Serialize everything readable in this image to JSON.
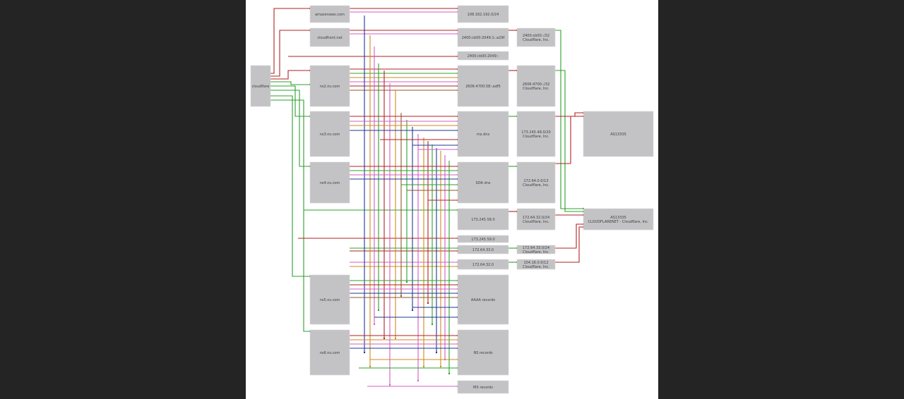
{
  "diagram": {
    "colors": {
      "red": "#b22222",
      "green": "#2ca02c",
      "blue": "#1f3a93",
      "magenta": "#d45ec2",
      "orange": "#cf8a1f",
      "brown": "#8b5a2b",
      "box": "#c3c2c4"
    },
    "nodes": [
      {
        "id": "root",
        "lines": [
          "cloudflare"
        ]
      },
      {
        "id": "h1",
        "lines": [
          "amazonaws.com"
        ]
      },
      {
        "id": "h2",
        "lines": [
          "cloudfront.net"
        ]
      },
      {
        "id": "h3",
        "lines": [
          "ns2.ns.com"
        ]
      },
      {
        "id": "h4",
        "lines": [
          "ns3.ns.com"
        ]
      },
      {
        "id": "h5",
        "lines": [
          "ns4.ns.com"
        ]
      },
      {
        "id": "h6",
        "lines": [
          "ns5.ns.com"
        ]
      },
      {
        "id": "h7",
        "lines": [
          "ns6.ns.com"
        ]
      },
      {
        "id": "ip1",
        "lines": [
          "108.162.192.0/24"
        ]
      },
      {
        "id": "ip2",
        "lines": [
          "2400:cb00:2049:1::a29f"
        ]
      },
      {
        "id": "ip3",
        "lines": [
          "2400:cb00:2049::"
        ]
      },
      {
        "id": "ip4",
        "lines": [
          "2606:4700:58::adf5"
        ]
      },
      {
        "id": "ip5",
        "lines": [
          "mx.dns"
        ]
      },
      {
        "id": "ip6",
        "lines": [
          "SOA dns"
        ]
      },
      {
        "id": "ip7",
        "lines": [
          "173.245.58.0"
        ]
      },
      {
        "id": "ip8",
        "lines": [
          "173.245.59.0"
        ]
      },
      {
        "id": "ip9",
        "lines": [
          "172.64.33.0"
        ]
      },
      {
        "id": "ip10",
        "lines": [
          "172.64.32.0"
        ]
      },
      {
        "id": "ip11",
        "lines": [
          "AAAA records"
        ]
      },
      {
        "id": "ip12",
        "lines": [
          "NS records"
        ]
      },
      {
        "id": "ip13",
        "lines": [
          "MX records"
        ]
      },
      {
        "id": "net1",
        "lines": [
          "2400:cb00::/32",
          "Cloudflare, Inc."
        ]
      },
      {
        "id": "net2",
        "lines": [
          "2606:4700::/32",
          "Cloudflare, Inc."
        ]
      },
      {
        "id": "net3",
        "lines": [
          "173.245.48.0/20",
          "Cloudflare, Inc."
        ]
      },
      {
        "id": "net4",
        "lines": [
          "172.64.0.0/13",
          "Cloudflare, Inc."
        ]
      },
      {
        "id": "net5",
        "lines": [
          "172.64.32.0/24",
          "Cloudflare, Inc."
        ]
      },
      {
        "id": "net6",
        "lines": [
          "172.64.33.0/24",
          "Cloudflare, Inc."
        ]
      },
      {
        "id": "net7",
        "lines": [
          "104.16.0.0/12",
          "Cloudflare, Inc."
        ]
      },
      {
        "id": "as",
        "lines": [
          "AS13335"
        ]
      },
      {
        "id": "asname",
        "lines": [
          "AS13335",
          "CLOUDFLARENET - Cloudflare, Inc."
        ]
      }
    ]
  }
}
